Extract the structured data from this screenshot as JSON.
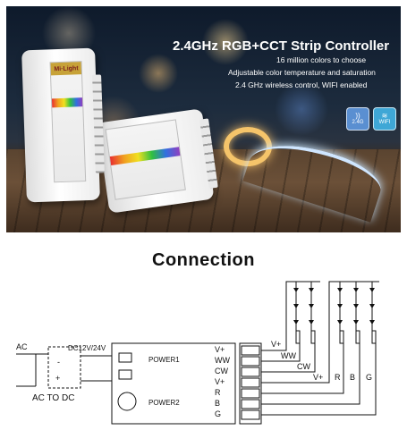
{
  "banner": {
    "title": "2.4GHz RGB+CCT Strip Controller",
    "lines": [
      "16 million colors to choose",
      "Adjustable color temperature and saturation",
      "2.4 GHz wireless control, WIFI enabled"
    ],
    "badges": [
      {
        "icon": "wireless-icon",
        "label": "2.4G"
      },
      {
        "icon": "wifi-icon",
        "label": "WIFI"
      }
    ],
    "brand": "Mi·Light",
    "colors": {
      "badge_24": "#5a8fd1",
      "badge_wifi": "#3fa7d6",
      "brand_band": "#c7a238"
    }
  },
  "connection": {
    "title": "Connection",
    "power_supply": {
      "input": "AC",
      "output": "DC12V/24V",
      "minus": "-",
      "plus": "+",
      "label": "AC TO DC"
    },
    "controller": {
      "power1": "POWER1",
      "power2": "POWER2",
      "terminals": [
        "V+",
        "WW",
        "CW",
        "V+",
        "R",
        "B",
        "G"
      ]
    },
    "strip_wires_cct": [
      "V+",
      "WW",
      "CW"
    ],
    "strip_wires_rgb": [
      "V+",
      "R",
      "B",
      "G"
    ]
  }
}
